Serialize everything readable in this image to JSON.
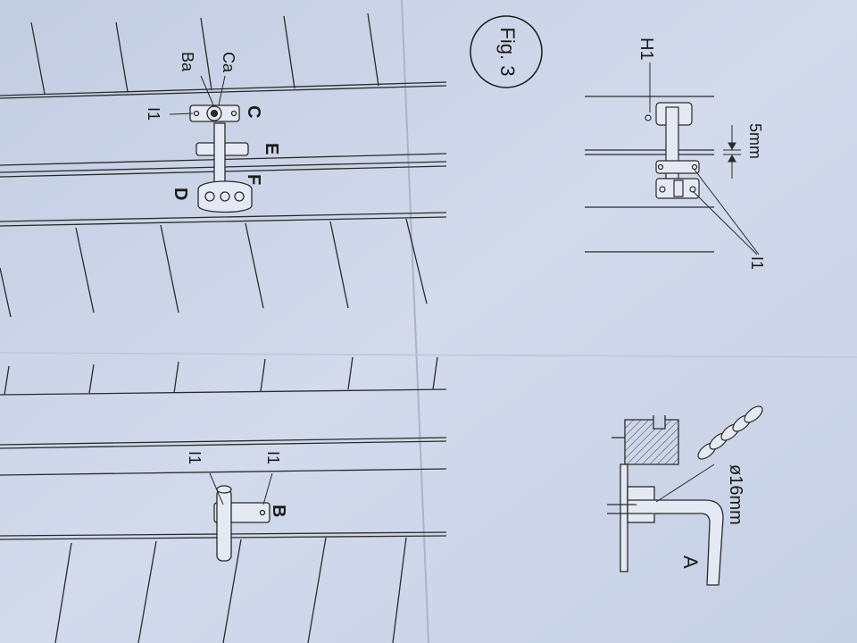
{
  "figure": {
    "caption": "Fig. 3"
  },
  "labels": {
    "Ba": "Ba",
    "Ca": "Ca",
    "C": "C",
    "E": "E",
    "F": "F",
    "D": "D",
    "I1_top": "I1",
    "I1_left": "I1",
    "I1_right": "I1",
    "B": "B",
    "H1": "H1",
    "gap": "5mm",
    "I1_detail": "I1",
    "diameter": "ø16mm",
    "A": "A"
  },
  "colors": {
    "paper": "#c9d3e6",
    "paper_light": "#d6def0",
    "ink": "#1a1a1a",
    "line": "#2a2a2a"
  }
}
